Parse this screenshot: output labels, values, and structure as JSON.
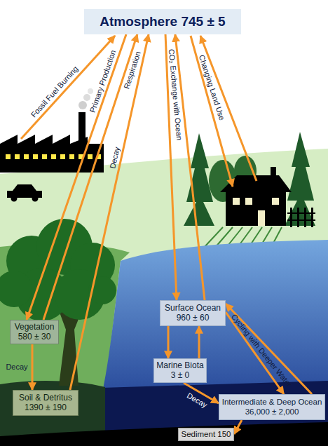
{
  "diagram": {
    "nodes": [
      {
        "text": [
          "Atmosphere 745 ± 5"
        ]
      },
      {
        "text": [
          "Surface Ocean 960 ± 60"
        ]
      },
      {
        "text": [
          "Vegetation 580 ± 30"
        ]
      },
      {
        "text": [
          "Marine Biota 3 ± 0"
        ]
      },
      {
        "text": [
          "Soil & Detritus 1390 ± 190"
        ]
      },
      {
        "text": [
          "Intermediate & Deep Ocean 36,000 ± 2,000"
        ]
      },
      {
        "text": [
          "Sediment 150"
        ]
      }
    ],
    "edges": [
      {
        "from": 0,
        "to": 2,
        "label": "Primary Production",
        "arrow": "to"
      },
      {
        "from": 2,
        "to": 0,
        "label": "Respiration",
        "arrow": "to"
      },
      {
        "from": 4,
        "to": 0,
        "label": "Decay",
        "arrow": "to"
      },
      {
        "from": 0,
        "to": 1,
        "label": "CO₂ Exchange with Ocean",
        "arrow": "to"
      },
      {
        "from": 1,
        "to": 0,
        "arrow": "to"
      },
      {
        "from": 2,
        "to": 4,
        "label": "Decay",
        "arrow": "to"
      },
      {
        "from": 1,
        "to": 3,
        "arrow": "to"
      },
      {
        "from": 3,
        "to": 1,
        "arrow": "to"
      },
      {
        "from": 3,
        "to": 5,
        "label": "Decay",
        "arrow": "to"
      },
      {
        "from": 1,
        "to": 5,
        "label": "Cycling with Deeper Water",
        "arrow": "to"
      },
      {
        "from": 5,
        "to": 1,
        "arrow": "to"
      },
      {
        "from": 5,
        "to": 6,
        "arrow": "to"
      }
    ],
    "labels": [
      "Fossil Fuel Burning",
      "Changing Land Use"
    ]
  }
}
